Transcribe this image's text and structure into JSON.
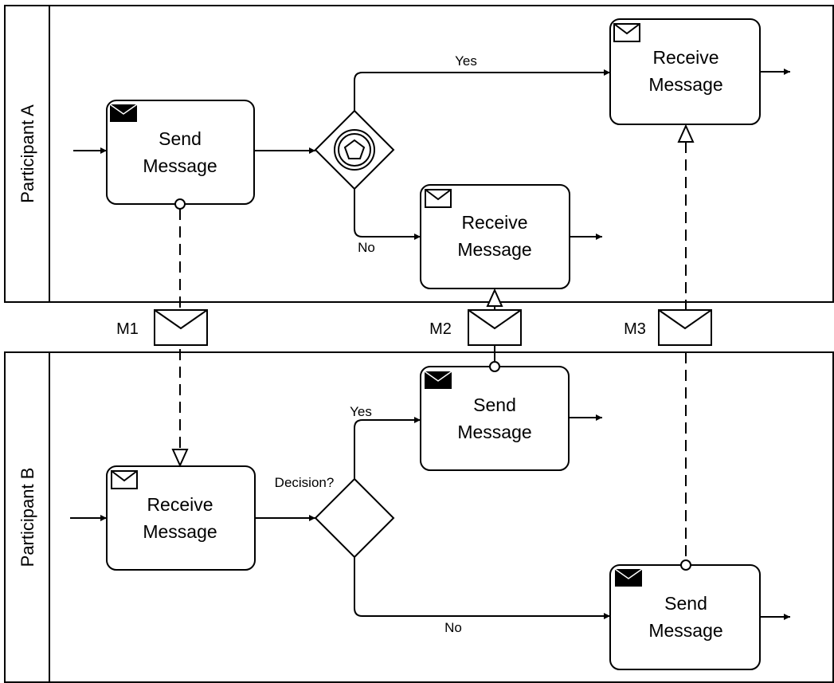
{
  "pools": {
    "a": {
      "label": "Participant A"
    },
    "b": {
      "label": "Participant B"
    }
  },
  "tasks": {
    "a_send": {
      "line1": "Send",
      "line2": "Message"
    },
    "a_receive_yes": {
      "line1": "Receive",
      "line2": "Message"
    },
    "a_receive_no": {
      "line1": "Receive",
      "line2": "Message"
    },
    "b_receive": {
      "line1": "Receive",
      "line2": "Message"
    },
    "b_send_yes": {
      "line1": "Send",
      "line2": "Message"
    },
    "b_send_no": {
      "line1": "Send",
      "line2": "Message"
    }
  },
  "flows": {
    "a_yes": "Yes",
    "a_no": "No",
    "b_yes": "Yes",
    "b_no": "No",
    "b_decision": "Decision?"
  },
  "messages": {
    "m1": "M1",
    "m2": "M2",
    "m3": "M3"
  }
}
